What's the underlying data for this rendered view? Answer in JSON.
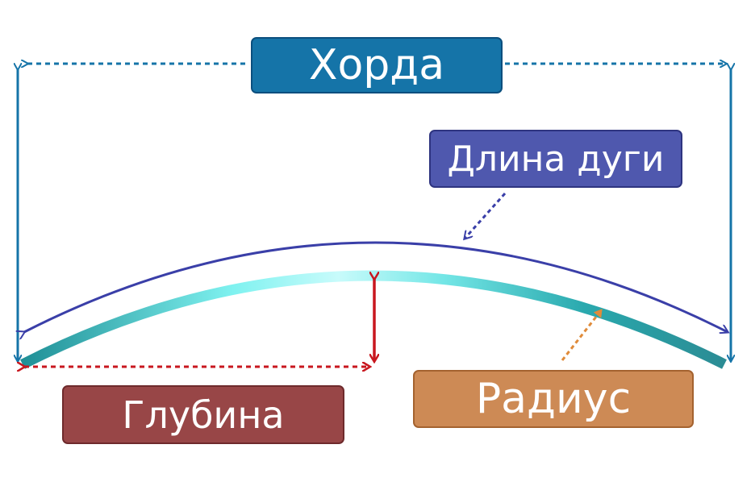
{
  "labels": {
    "chord": "Хорда",
    "arc_length": "Длина дуги",
    "depth": "Глубина",
    "radius": "Радиус"
  },
  "colors": {
    "chord": "#1574a8",
    "arc_length": "#4f58ae",
    "depth": "#984647",
    "radius": "#cd8a55",
    "lens": "#57d3d3",
    "depth_arrow": "#c8171f",
    "radius_arrow": "#e08b3a"
  }
}
